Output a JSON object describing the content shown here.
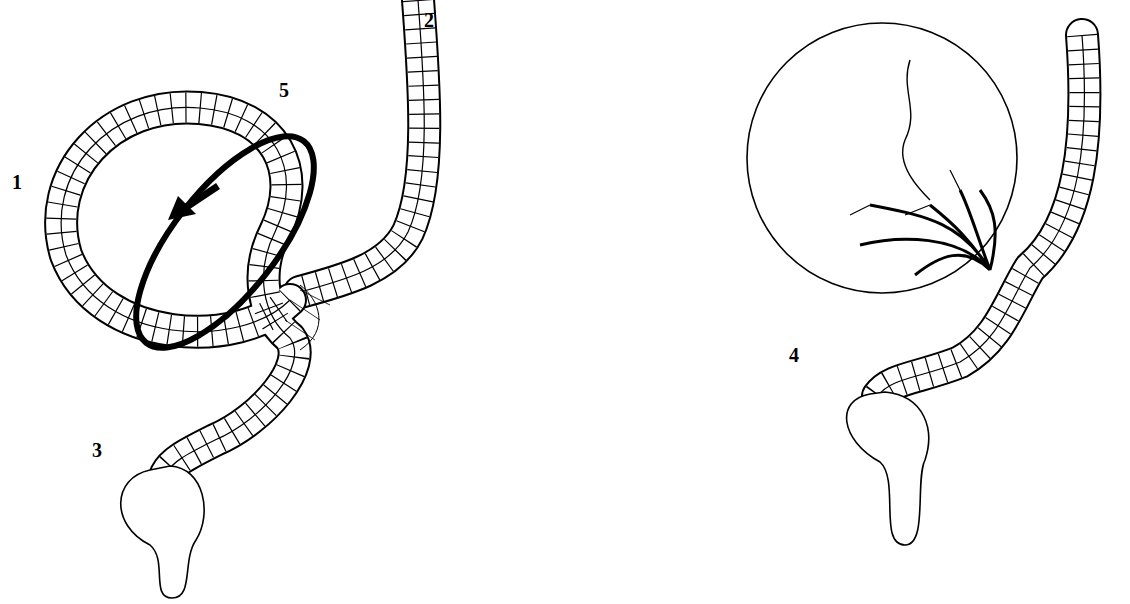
{
  "diagram": {
    "labels": [
      "5",
      "2",
      "1",
      "3",
      "4"
    ]
  }
}
